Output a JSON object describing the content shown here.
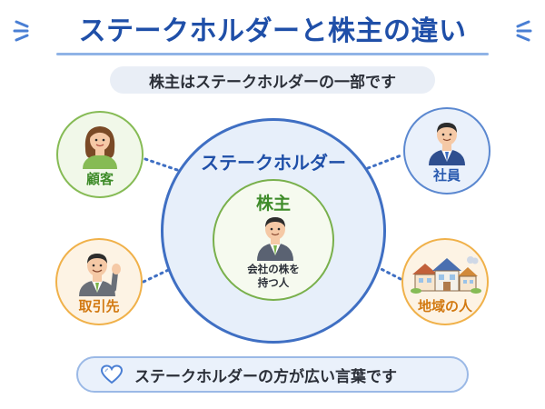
{
  "title": "ステークホルダーと株主の違い",
  "subtitle": "株主はステークホルダーの一部です",
  "diagram": {
    "outer_label": "ステークホルダー",
    "inner_label": "株主",
    "inner_desc_line1": "会社の株を",
    "inner_desc_line2": "持つ人",
    "nodes": {
      "customer": "顧客",
      "partner": "取引先",
      "employee": "社員",
      "community": "地域の人"
    }
  },
  "banner": {
    "text": "ステークホルダーの方が広い言葉です"
  },
  "colors": {
    "primary_blue": "#1f4fa8",
    "green": "#3f8c2a",
    "orange": "#d27911"
  },
  "icons": [
    "sparkle-icon",
    "woman-icon",
    "businessman-waving-icon",
    "businessman-icon",
    "houses-icon",
    "heart-icon"
  ]
}
